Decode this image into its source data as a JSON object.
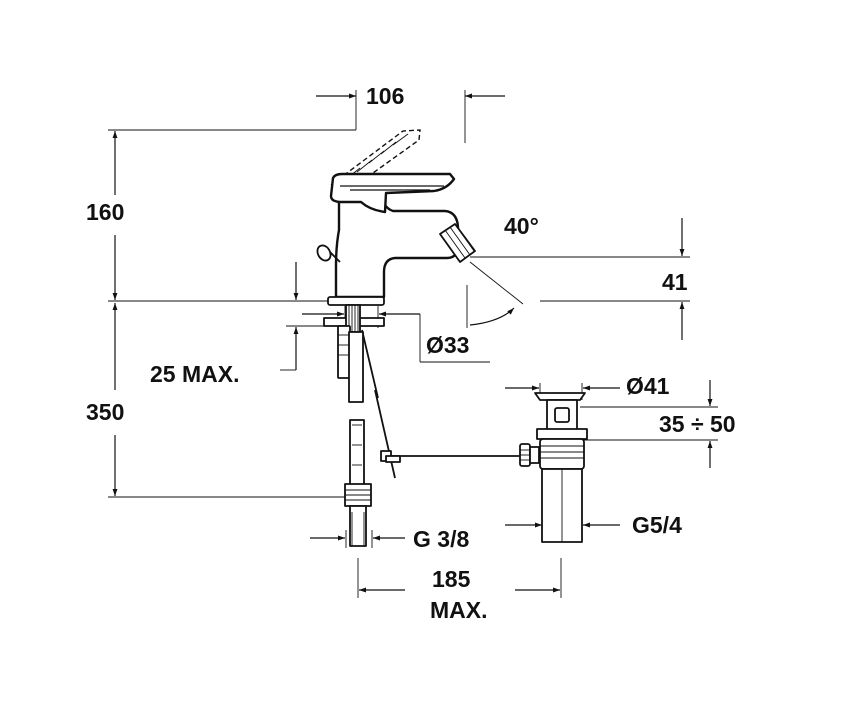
{
  "diagram": {
    "dimensions": {
      "spout_reach": "106",
      "body_height": "160",
      "spray_angle": "40°",
      "nozzle_height": "41",
      "hole_diameter": "Ø33",
      "deck_thickness": "25 MAX.",
      "supply_length": "350",
      "waste_diameter": "Ø41",
      "waste_range": "35 ÷ 50",
      "inlet_thread": "G 3/8",
      "waste_thread": "G5/4",
      "rod_distance": "185",
      "rod_distance_note": "MAX."
    }
  }
}
